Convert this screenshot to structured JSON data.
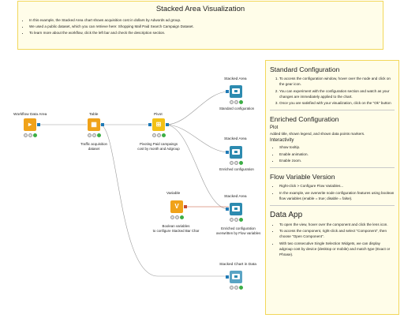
{
  "top_note": {
    "title": "Stacked Area Visualization",
    "bullets": [
      "In this example, the Stacked Area chart shows acquisition cost in dollars by Adwords ad group.",
      "We used a public dataset, which you can retrieve here: Shopping Mall Paid Search Campaign Dataset.",
      "To learn more about the workflow, click the left bar and check the description section."
    ]
  },
  "nodes": {
    "workflow_data_area": {
      "label": "Workflow Data Area",
      "desc": ""
    },
    "table": {
      "label": "Table",
      "desc1": "Traffic acquisition",
      "desc2": "dataset"
    },
    "pivot": {
      "label": "Pivot",
      "desc1": "Pivoting Paid campaings",
      "desc2": "cost by month and Adgroup"
    },
    "stacked_area_1": {
      "label": "Stacked Area",
      "desc1": "Standard configuration",
      "desc2": ""
    },
    "stacked_area_2": {
      "label": "Stacked Area",
      "desc1": "Enriched configuration",
      "desc2": ""
    },
    "variable": {
      "label": "Variable",
      "desc1": "Boolean variables",
      "desc2": "to configure Stacked Bar Char"
    },
    "stacked_area_3": {
      "label": "Stacked Area",
      "desc1": "Enriched configuration",
      "desc2": "overwritten by Flow variables"
    },
    "stacked_chart_data": {
      "label": "Stacked Chart in Data",
      "desc1": "",
      "desc2": ""
    }
  },
  "side_note": {
    "standard": {
      "title": "Standard Configuration",
      "items": [
        "To access the configuration window, hover over the node and click on the gear icon.",
        "You can experiment with the configuration section and watch as your changes are immediately applied to the chart.",
        "Once you are satisfied with your visualization, click on the \"Ok\" button"
      ]
    },
    "enriched": {
      "title": "Enriched Configuration",
      "plot_title": "Plot",
      "plot_text": "Added title, shown legend, and shown data points markers.",
      "interactivity_title": "Interactivity",
      "items": [
        "Show tooltip.",
        "Enable animation.",
        "Enable zoom."
      ]
    },
    "flow": {
      "title": "Flow Variable Version",
      "items": [
        "Right-click > Configure Flow Variables...",
        "In the example, we overwrite node configuration features using boolean flow variables (enable = true; disable = false)."
      ]
    },
    "data_app": {
      "title": "Data App",
      "items": [
        "To open the view, hover over the component and click the lens icon.",
        "To access the component, right-click and select \"Component\", then choose \"Open Component\".",
        "With two consecutive Single Selection Widgets, we can display adgroup cost by device (desktop or mobile) and match type (Exact or Phrase)."
      ]
    }
  }
}
